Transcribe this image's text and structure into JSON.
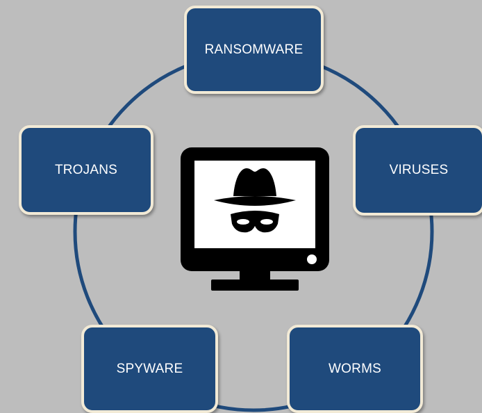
{
  "diagram": {
    "colors": {
      "background": "#bdbdbd",
      "node_fill": "#1f4a7c",
      "node_border": "#f2ead6",
      "ring": "#1f4a7c",
      "icon": "#000000"
    },
    "center_icon": "hacker-monitor-icon",
    "nodes": {
      "ransomware": "RANSOMWARE",
      "viruses": "VIRUSES",
      "trojans": "TROJANS",
      "spyware": "SPYWARE",
      "worms": "WORMS"
    }
  }
}
